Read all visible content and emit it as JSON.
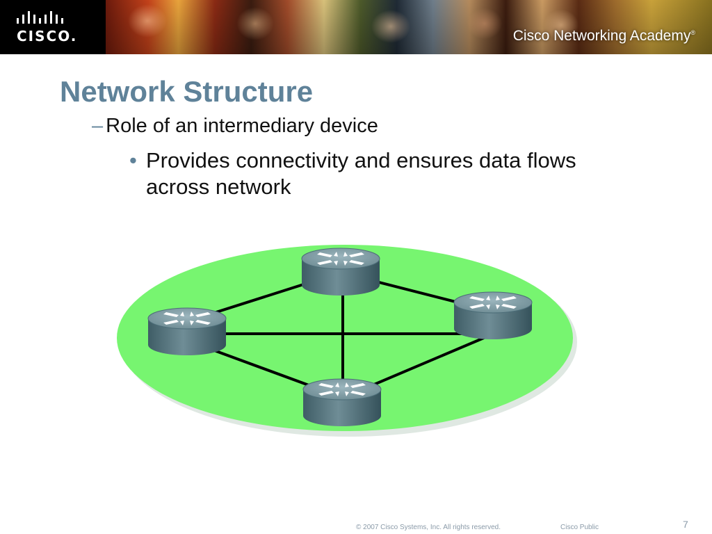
{
  "header": {
    "logo_text": "CISCO.",
    "academy_text": "Cisco Networking Academy",
    "registered_mark": "®"
  },
  "slide": {
    "title": "Network Structure",
    "level1": {
      "marker": "–",
      "text": "Role of an intermediary device"
    },
    "level2": {
      "marker": "•",
      "text": "Provides connectivity and ensures data flows across network"
    }
  },
  "diagram": {
    "icons": [
      "router-icon",
      "router-icon",
      "router-icon",
      "router-icon"
    ],
    "colors": {
      "ellipse": "#77f570",
      "router_top": "#7f9aa3",
      "router_side": "#4c6d78",
      "link": "#000000"
    }
  },
  "footer": {
    "copyright": "© 2007 Cisco Systems, Inc. All rights reserved.",
    "classification": "Cisco Public",
    "page_number": "7"
  }
}
